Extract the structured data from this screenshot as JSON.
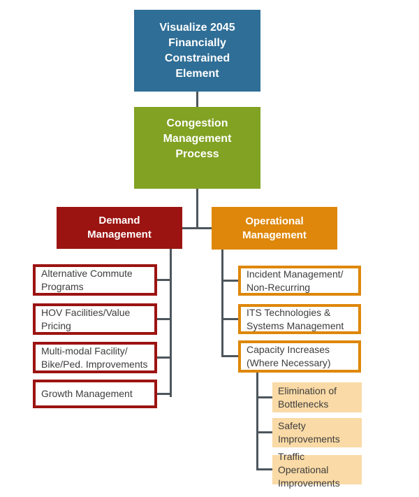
{
  "palette": {
    "blue": "#2f6e96",
    "green": "#82a223",
    "dark_red": "#9b1411",
    "orange": "#de870a",
    "peach": "#fadaa6",
    "connector": "#4d565c",
    "leaf_text": "#3d3d3d",
    "header_text": "#ffffff"
  },
  "nodes": {
    "root": {
      "label": "Visualize 2045\nFinancially\nConstrained\nElement"
    },
    "process": {
      "label": "Congestion\nManagement\nProcess"
    },
    "demand": {
      "label": "Demand\nManagement"
    },
    "operational": {
      "label": "Operational\nManagement"
    },
    "demand_children": [
      {
        "label": "Alternative Commute\nPrograms"
      },
      {
        "label": "HOV Facilities/Value\nPricing"
      },
      {
        "label": "Multi-modal Facility/\nBike/Ped. Improvements"
      },
      {
        "label": "Growth Management"
      }
    ],
    "operational_children": [
      {
        "label": "Incident Management/\nNon-Recurring"
      },
      {
        "label": "ITS Technologies &\nSystems Management"
      },
      {
        "label": "Capacity Increases\n(Where Necessary)"
      }
    ],
    "capacity_children": [
      {
        "label": "Elimination of\nBottlenecks"
      },
      {
        "label": "Safety\nImprovements"
      },
      {
        "label": "Traffic Operational\nImprovements"
      }
    ]
  }
}
